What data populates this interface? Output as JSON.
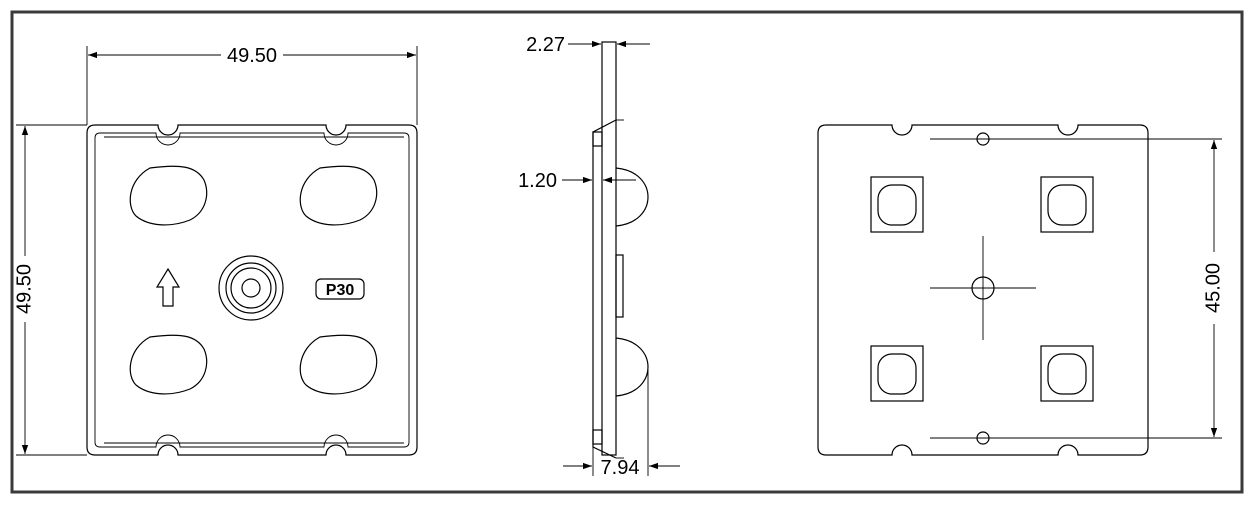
{
  "dimensions": {
    "front_width": "49.50",
    "front_height": "49.50",
    "side_total": "2.27",
    "side_plate": "1.20",
    "side_depth": "7.94",
    "back_spacing": "45.00"
  },
  "labels": {
    "model": "P30"
  },
  "icons": {
    "direction": "up-arrow-icon"
  },
  "colors": {
    "line": "#000000",
    "frame": "#3a3a3a",
    "background": "#ffffff"
  }
}
